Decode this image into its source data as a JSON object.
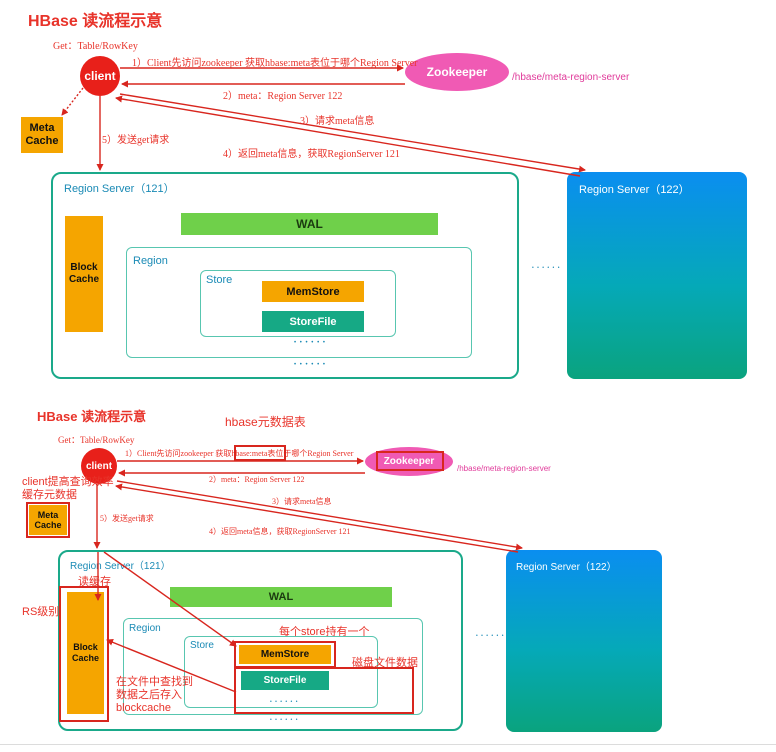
{
  "top": {
    "title": "HBase 读流程示意",
    "get_label": "Get：Table/RowKey",
    "client": "client",
    "zookeeper": "Zookeeper",
    "meta_path": "/hbase/meta-region-server",
    "step1": "1）Client先访问zookeeper 获取hbase:meta表位于哪个Region Server",
    "step2": "2）meta：Region Server 122",
    "step3": "3）请求meta信息",
    "step4": "4）返回meta信息，获取RegionServer 121",
    "step5": "5）发送get请求",
    "meta_cache_line1": "Meta",
    "meta_cache_line2": "Cache",
    "rs121": "Region Server（121）",
    "rs122": "Region Server（122）",
    "wal": "WAL",
    "block_cache_line1": "Block",
    "block_cache_line2": "Cache",
    "region": "Region",
    "store": "Store",
    "memstore": "MemStore",
    "storefile": "StoreFile",
    "dots_store": "• • • • • •",
    "dots_region": "• • • • • •",
    "dots_between": "• • • • • •"
  },
  "bottom": {
    "title": "HBase 读流程示意",
    "meta_table_note": "hbase元数据表",
    "get_label": "Get：Table/RowKey",
    "client": "client",
    "zookeeper": "Zookeeper",
    "meta_path": "/hbase/meta-region-server",
    "step1_a": "1）Client先访问zookeeper 获取",
    "step1_b": "hbase:meta",
    "step1_c": "表位于哪个Region Server",
    "step2": "2）meta：Region Server 122",
    "step3": "3）请求meta信息",
    "step4": "4）返回meta信息，获取RegionServer 121",
    "step5": "5）发送get请求",
    "client_note_1": "client提高查询效率",
    "client_note_2": "缓存元数据",
    "meta_cache_line1": "Meta",
    "meta_cache_line2": "Cache",
    "rs121": "Region Server（121）",
    "rs122": "Region Server（122）",
    "read_cache_note": "读缓存",
    "rs_level_note": "RS级别",
    "wal": "WAL",
    "block_cache_line1": "Block",
    "block_cache_line2": "Cache",
    "region": "Region",
    "store": "Store",
    "per_store_note": "每个store持有一个",
    "memstore": "MemStore",
    "disk_note": "磁盘文件数据",
    "storefile": "StoreFile",
    "find_note_1": "在文件中查找到",
    "find_note_2": "数据之后存入",
    "find_note_3": "blockcache",
    "dots_store": "• • • • • •",
    "dots_region": "• • • • • •",
    "dots_between": "• • • • • •"
  },
  "colors": {
    "red": "#e8332a",
    "teal": "#1aa98a",
    "orange": "#f5a500",
    "green": "#6fd04a",
    "pink": "#f05ab4",
    "blue_gradient_top": "#0a8ef0"
  }
}
